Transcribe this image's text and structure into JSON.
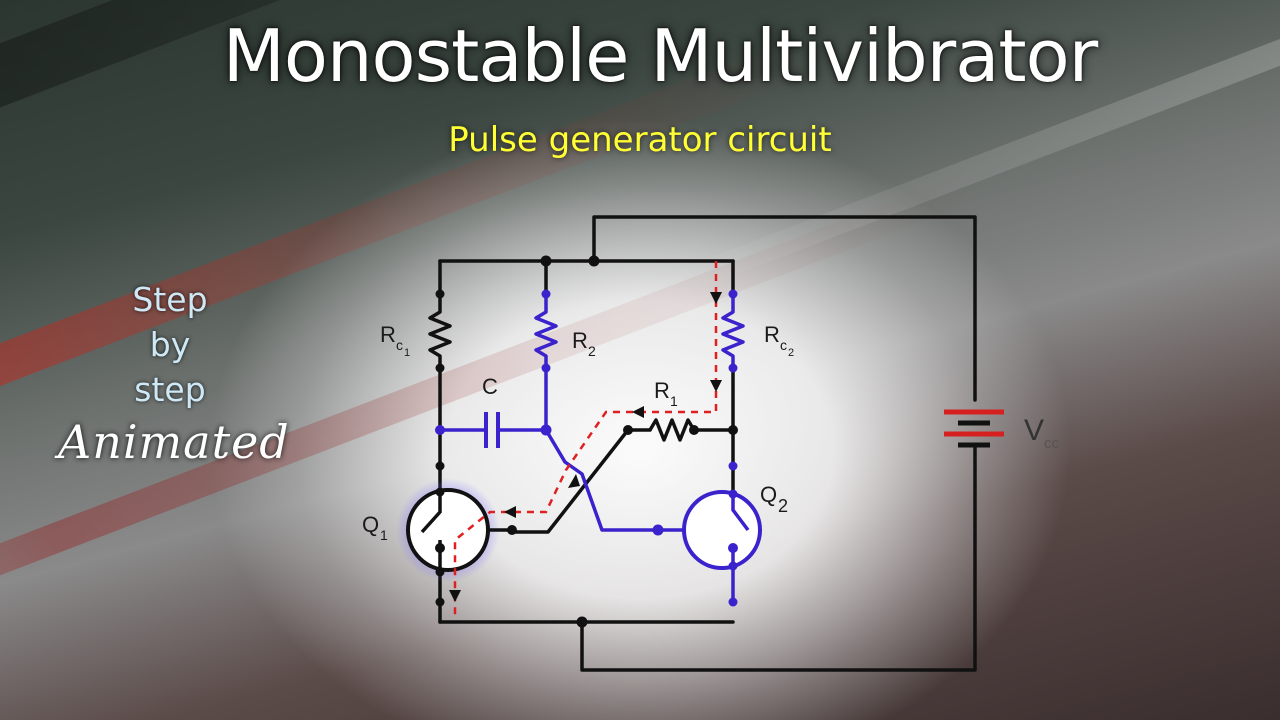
{
  "title": "Monostable Multivibrator",
  "subtitle": "Pulse generator circuit",
  "side_text": {
    "line1": "Step",
    "line2": "by",
    "line3": "step",
    "line4": "Animated"
  },
  "labels": {
    "rc1": "R",
    "rc1_sub": "c",
    "rc1_subsub": "1",
    "r2": "R",
    "r2_sub": "2",
    "rc2": "R",
    "rc2_sub": "c",
    "rc2_subsub": "2",
    "c": "C",
    "r1": "R",
    "r1_sub": "1",
    "q1": "Q",
    "q1_sub": "1",
    "q2": "Q",
    "q2_sub": "2",
    "vcc": "V",
    "vcc_sub": "cc"
  },
  "colors": {
    "wire": "#111111",
    "active": "#3a22cc",
    "current_flow": "#e02020",
    "battery_plus": "#d62020",
    "title": "#ffffff",
    "subtitle": "#ffff33",
    "side_text": "#cfe8f5"
  }
}
